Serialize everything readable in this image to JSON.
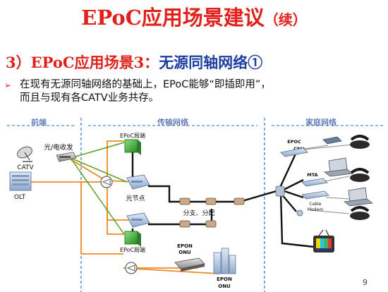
{
  "slide": {
    "title": "EPoC应用场景建议",
    "title_suffix": "（续）",
    "subtitle_prefix": "3）EPoC应用场景3：",
    "subtitle_accent": "无源同轴网络①",
    "bullet_line1": "在现有无源同轴网络的基础上，EPoC能够“即插即用”，",
    "bullet_line2": "而且与现有各CATV业务共存。",
    "page_number": "9"
  },
  "diagram": {
    "zone_front": "前端",
    "zone_transport": "传输网络",
    "zone_home": "家庭网络",
    "label_transceiver": "光/电收发",
    "label_catv": "CATV",
    "label_olt": "OLT",
    "label_epoc_head_top": "EPoC局端",
    "label_optical_node": "光节点",
    "label_split": "分支、分配",
    "label_epoc_head_bottom": "EPoC局端",
    "label_epon_onu_1_a": "EPON",
    "label_epon_onu_1_b": "ONU",
    "label_epon_onu_2_a": "EPON",
    "label_epon_onu_2_b": "ONU",
    "label_epoc_cnu_a": "EPOC",
    "label_epoc_cnu_b": "CNU",
    "label_mta": "MTA",
    "label_cable_modem_a": "Cable",
    "label_cable_modem_b": "Modem",
    "colors": {
      "title_red": "#e0201b",
      "subtitle_blue": "#1f3fa0",
      "fiber_orange": "#f08a24",
      "coax_black": "#111111",
      "zone_line": "#5b8fd6",
      "green_link": "#55a11a"
    }
  }
}
